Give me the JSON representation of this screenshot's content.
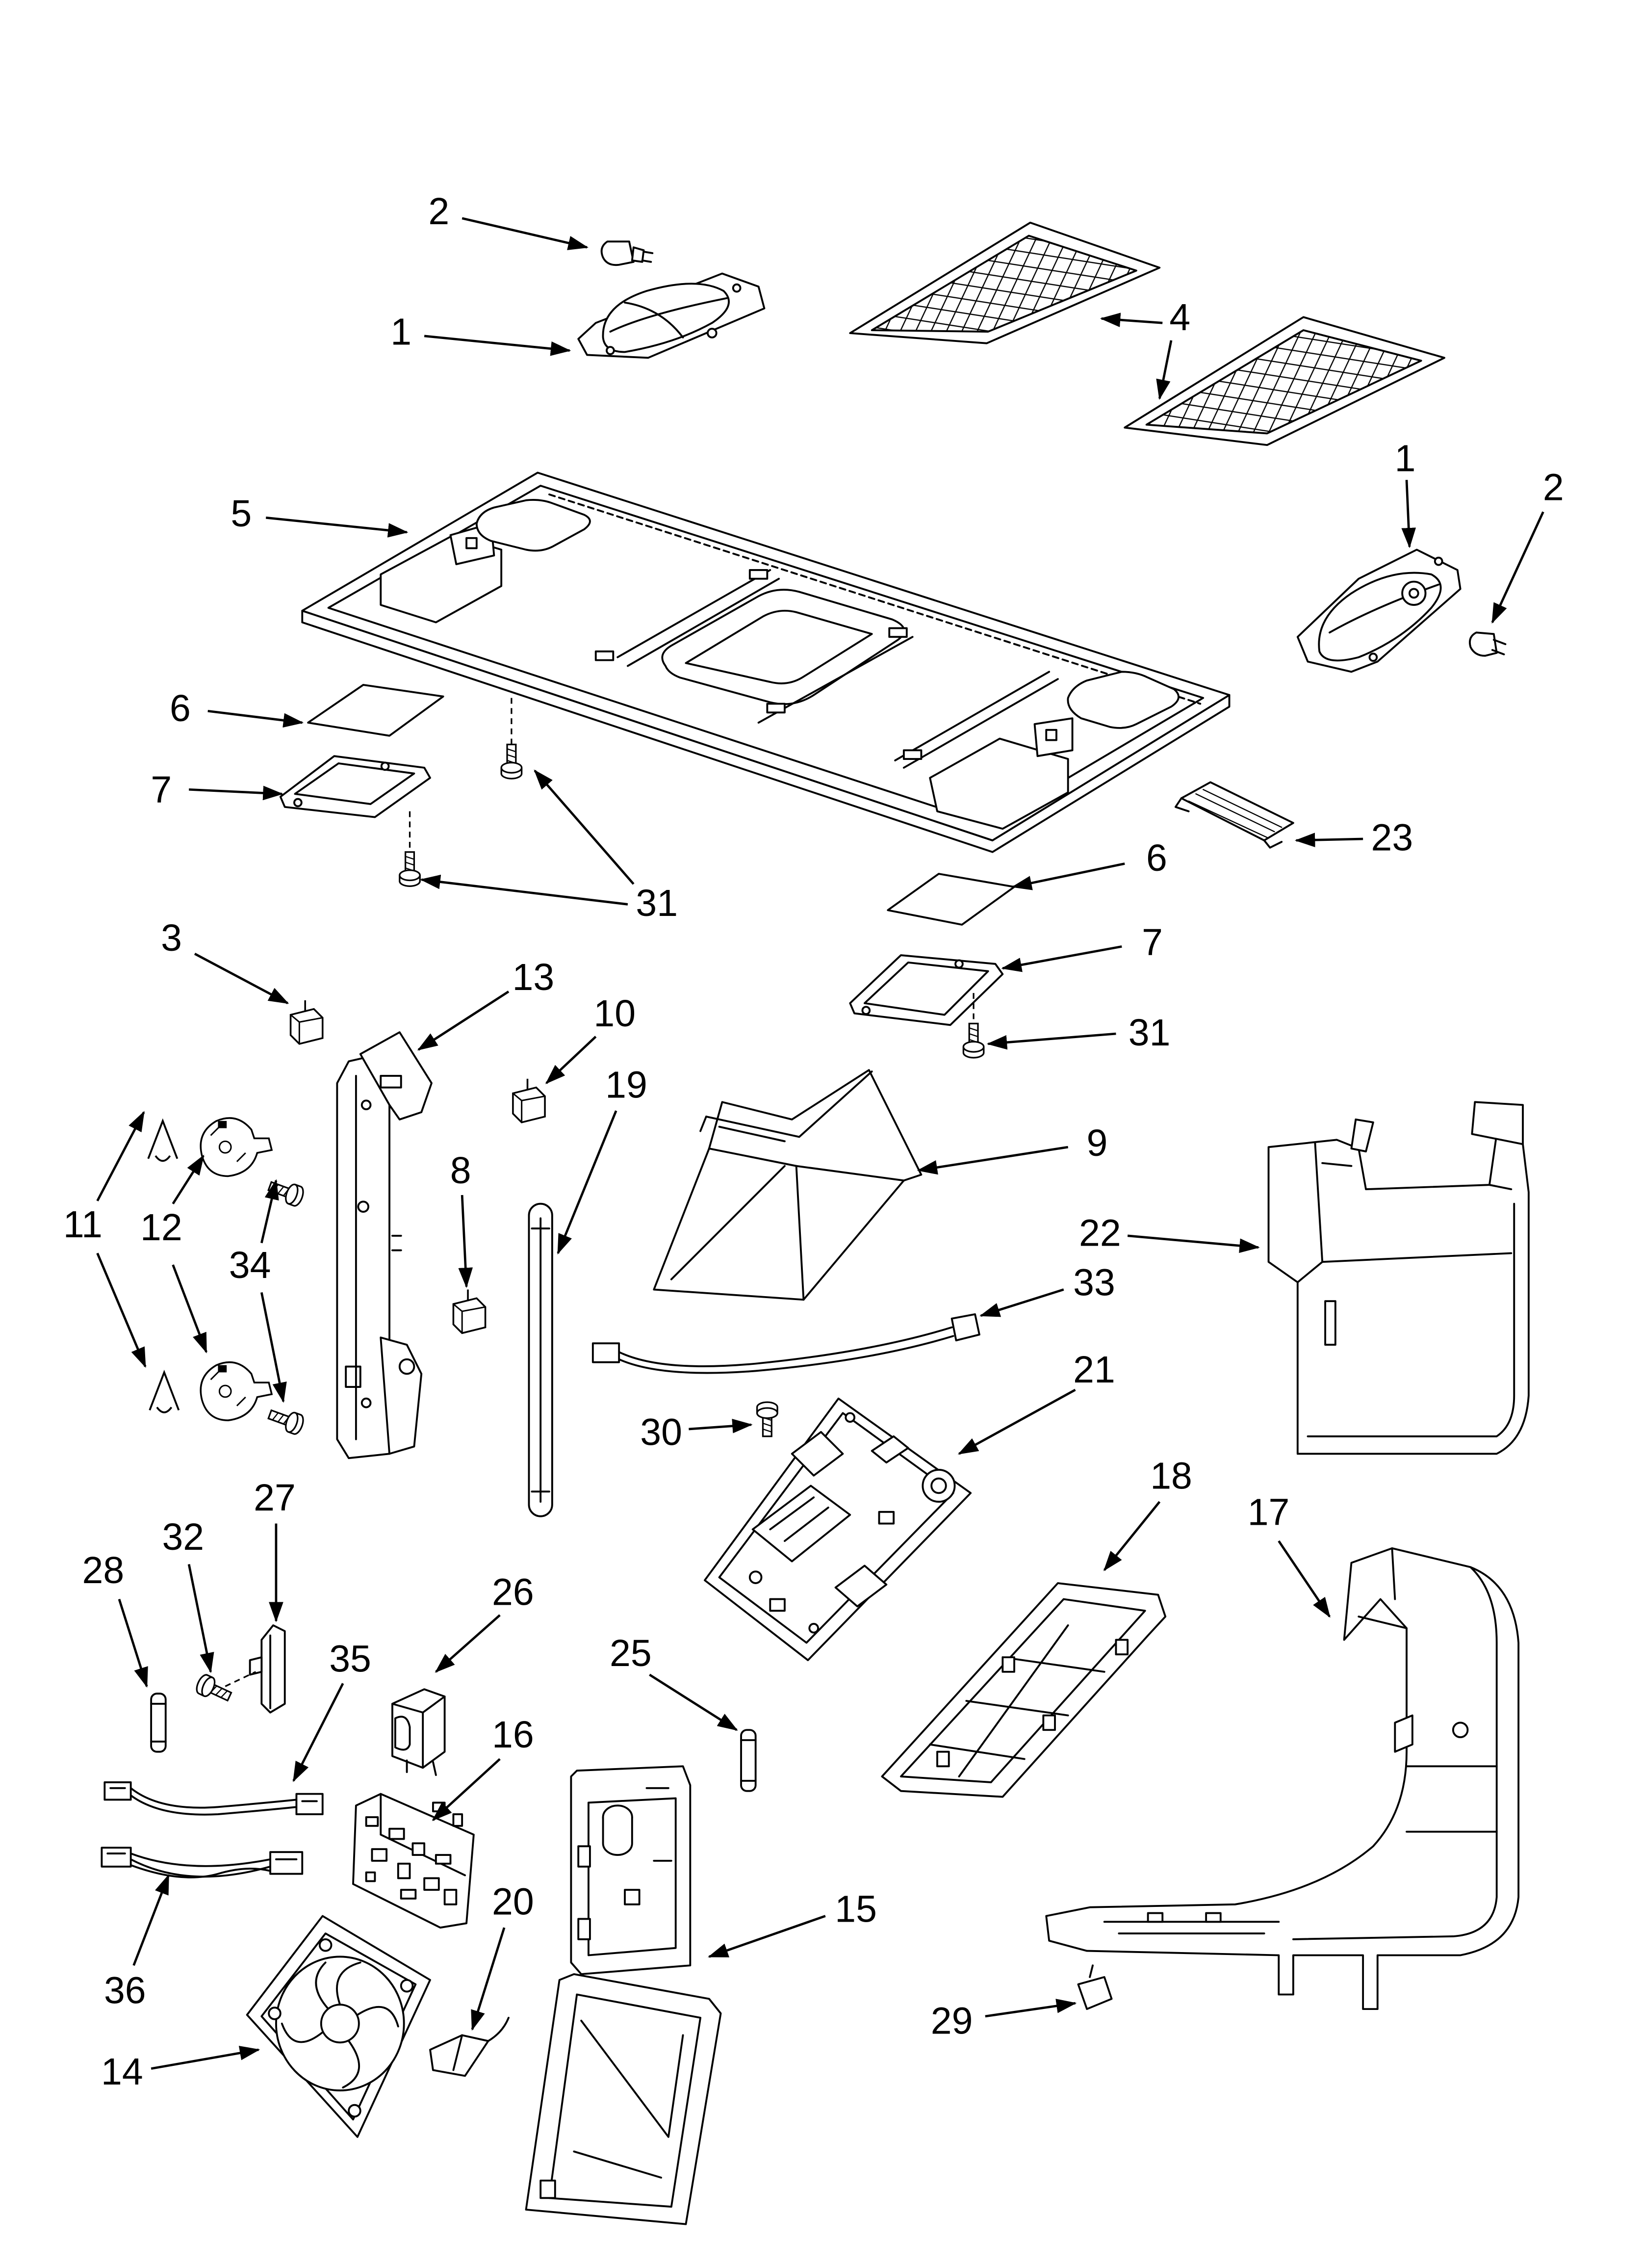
{
  "callouts": [
    "2",
    "1",
    "4",
    "1",
    "2",
    "5",
    "6",
    "7",
    "31",
    "23",
    "6",
    "7",
    "31",
    "3",
    "13",
    "10",
    "19",
    "9",
    "22",
    "11",
    "12",
    "8",
    "34",
    "33",
    "21",
    "30",
    "27",
    "32",
    "28",
    "26",
    "18",
    "17",
    "35",
    "25",
    "16",
    "15",
    "20",
    "36",
    "29",
    "14"
  ]
}
